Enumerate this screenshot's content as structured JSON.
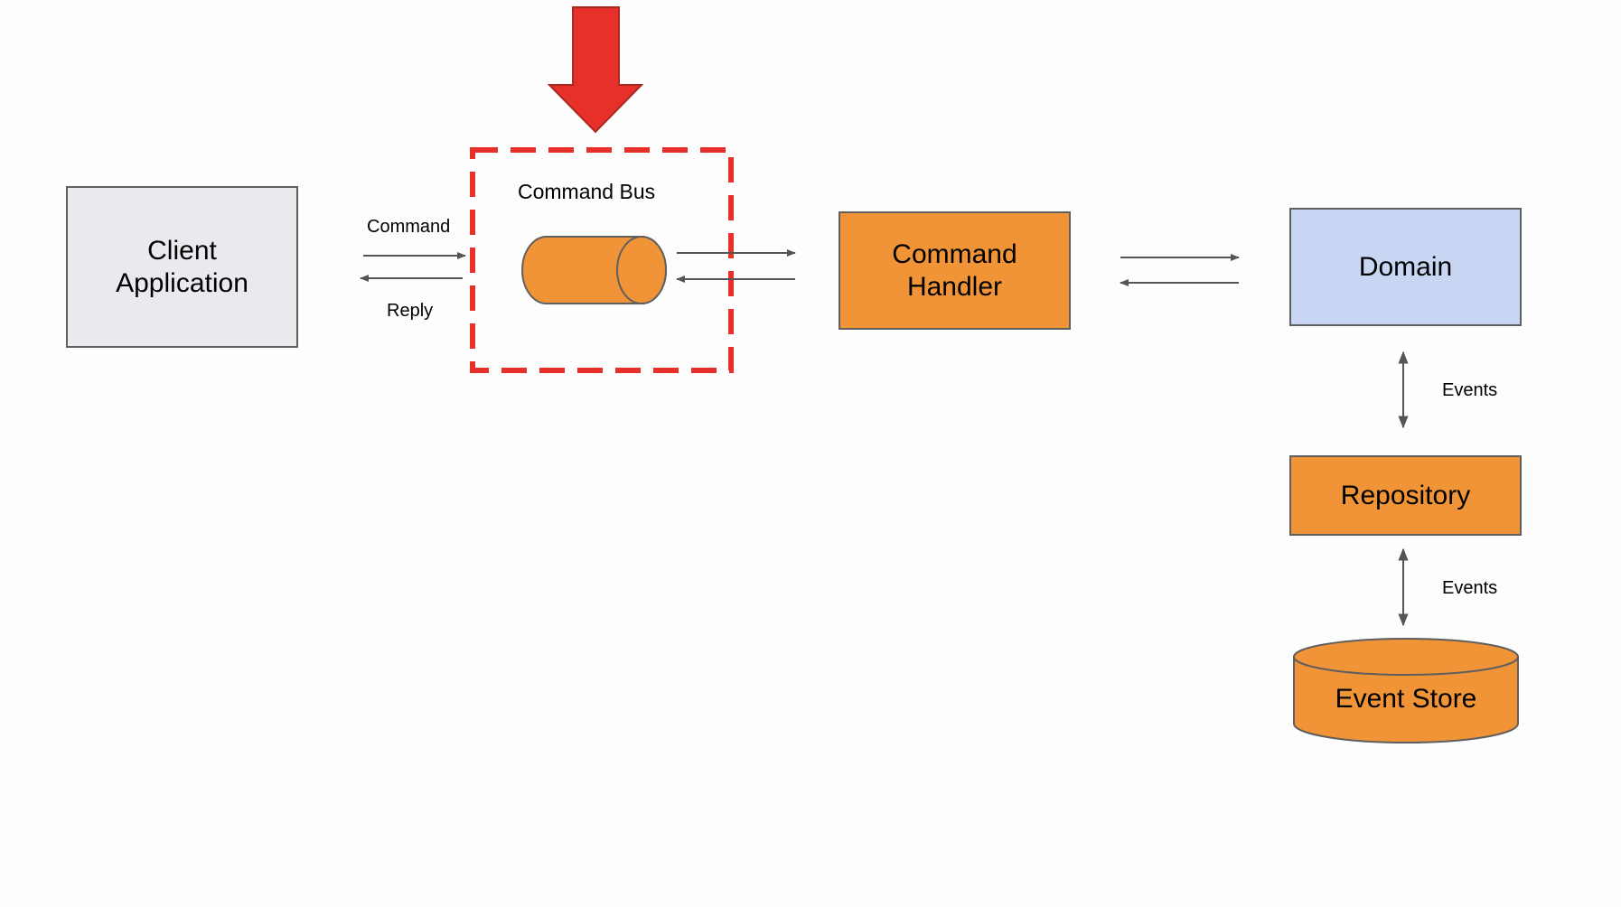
{
  "colors": {
    "orange": "#f09437",
    "lavender": "#c8d6f4",
    "client_gray": "#ebe9ee",
    "highlight_red": "#e8302a",
    "arrow_gray": "#555555",
    "outline": "#5f5f5f"
  },
  "nodes": {
    "client_application": "Client\nApplication",
    "command_bus": "Command Bus",
    "command_handler": "Command\nHandler",
    "domain": "Domain",
    "repository": "Repository",
    "event_store": "Event Store"
  },
  "edge_labels": {
    "command": "Command",
    "reply": "Reply",
    "events_domain_repository": "Events",
    "events_repository_store": "Events"
  },
  "icons": {
    "focus_arrow": "down-arrow-icon",
    "queue": "cylinder-icon"
  }
}
